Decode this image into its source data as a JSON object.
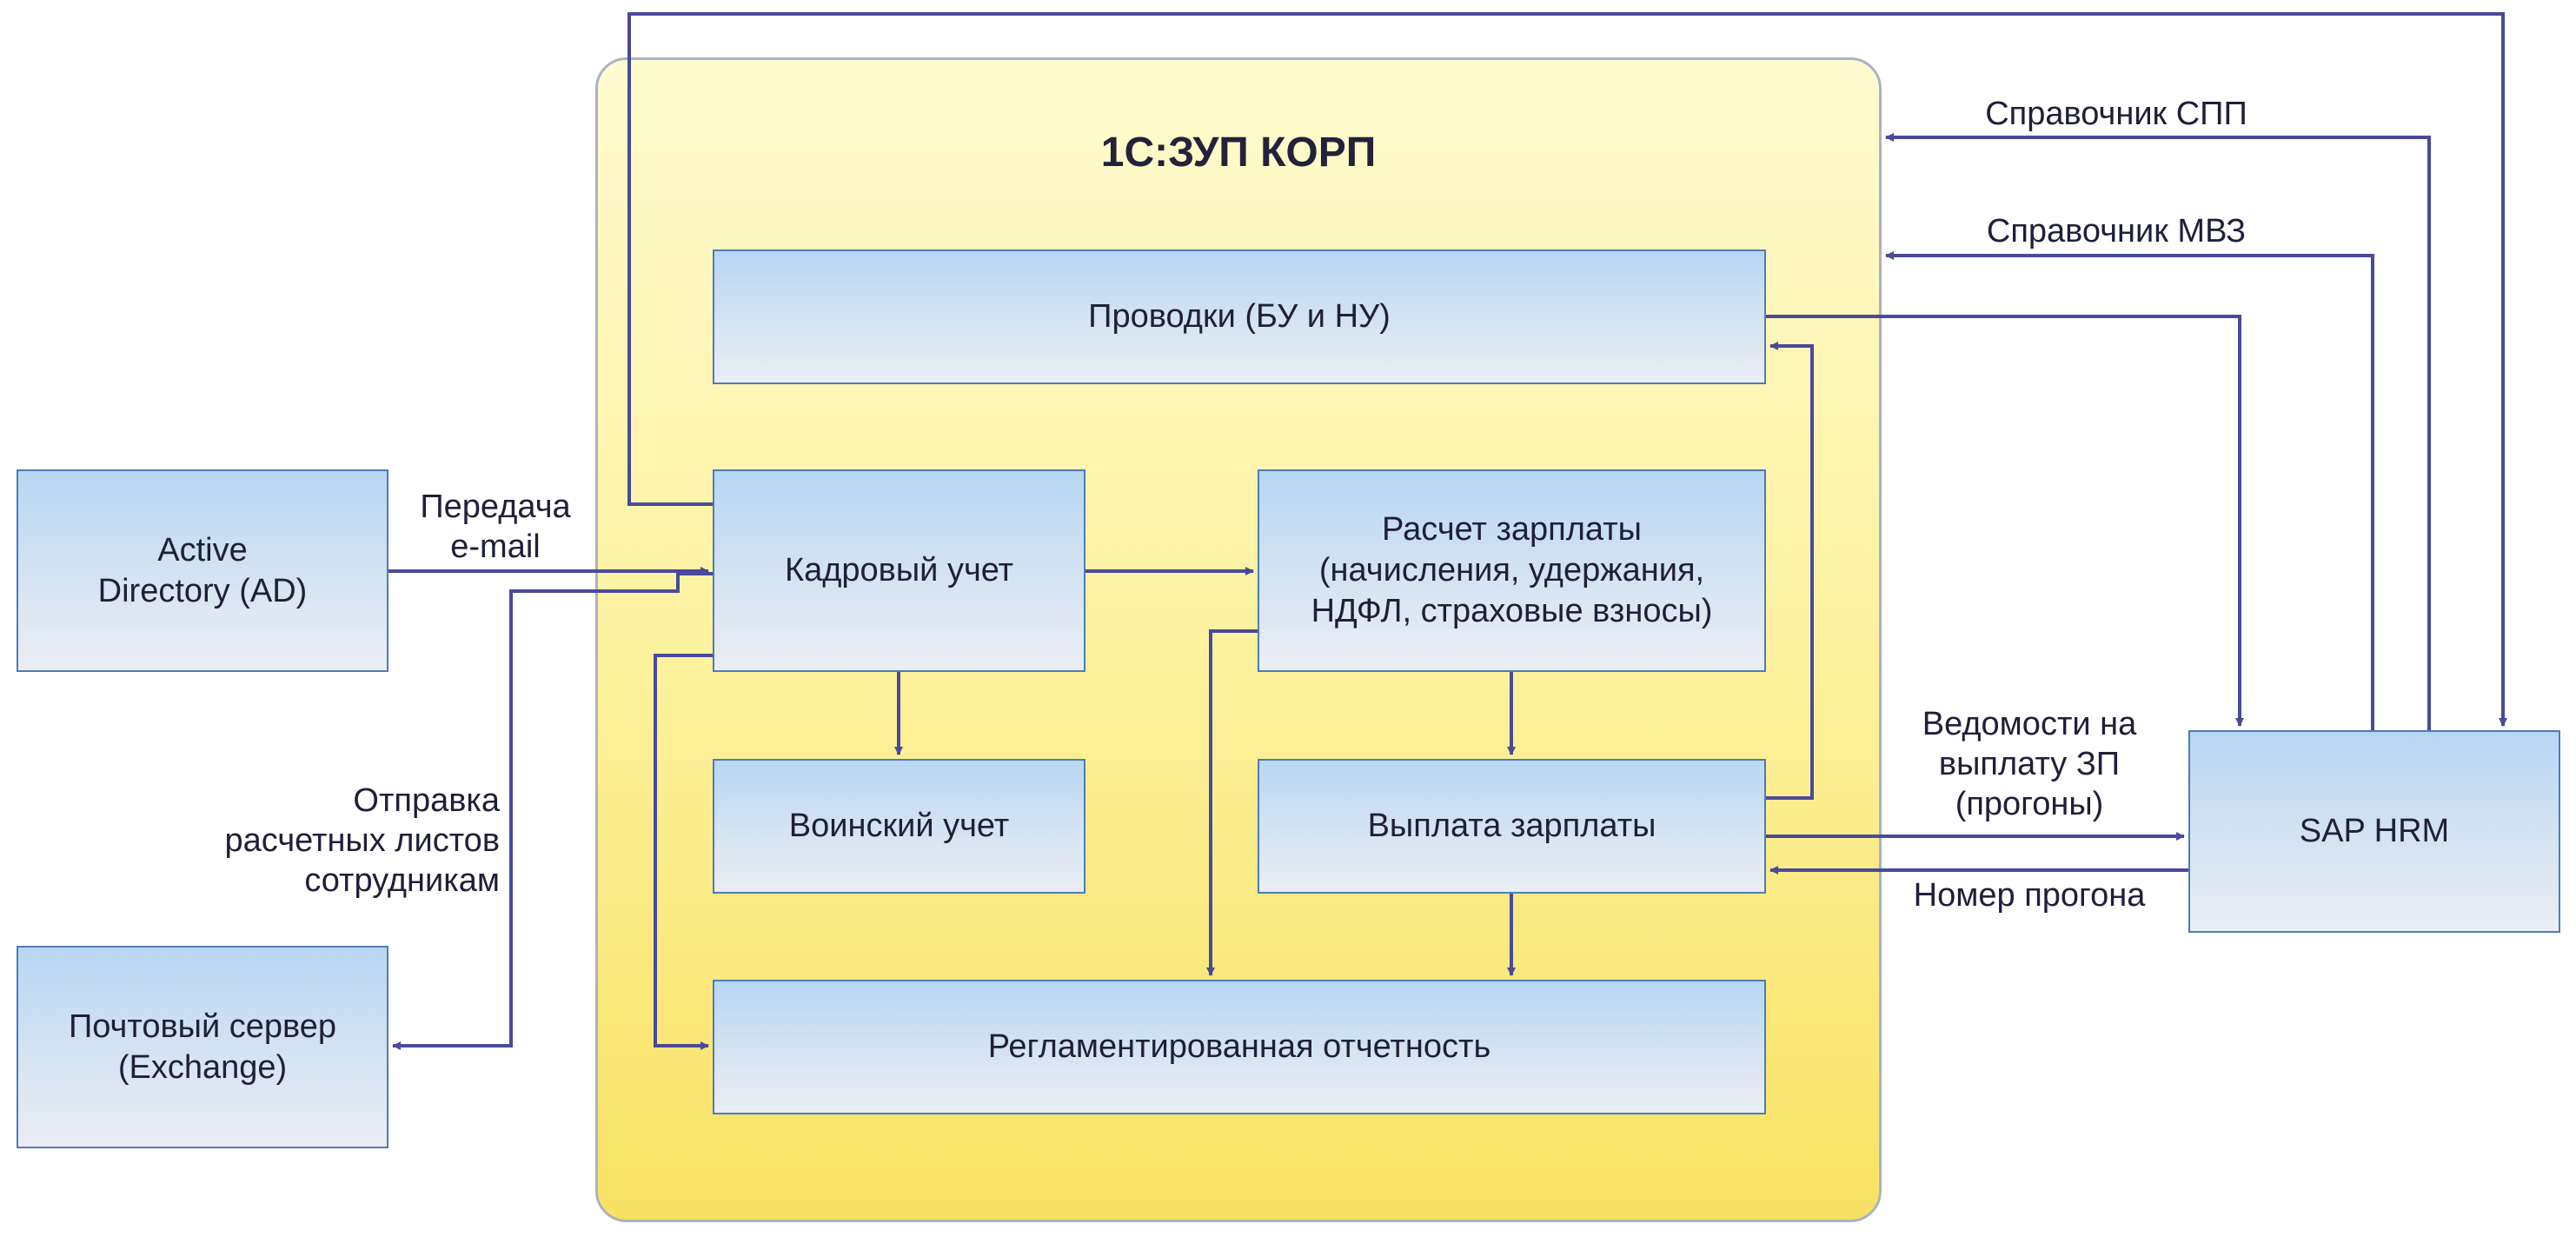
{
  "container": {
    "title": "1С:ЗУП КОРП"
  },
  "boxes": {
    "active_directory": "Active\nDirectory (AD)",
    "mail_server": "Почтовый сервер\n(Exchange)",
    "postings": "Проводки (БУ и НУ)",
    "hr_records": "Кадровый учет",
    "payroll_calc": "Расчет зарплаты\n(начисления, удержания,\nНДФЛ, страховые взносы)",
    "military_records": "Воинский учет",
    "salary_payment": "Выплата зарплаты",
    "regulated_reporting": "Регламентированная отчетность",
    "sap_hrm": "SAP HRM"
  },
  "labels": {
    "email_transfer": "Передача\ne-mail",
    "payslip_sending": "Отправка\nрасчетных листов\nсотрудникам",
    "spp_directory": "Справочник СПП",
    "mvz_directory": "Справочник МВЗ",
    "payroll_statements": "Ведомости на\nвыплату ЗП\n(прогоны)",
    "run_number": "Номер прогона"
  },
  "colors": {
    "arrow": "#4a4a9a",
    "box_border": "#4d7cb8",
    "container_border": "#a8b4bf"
  }
}
